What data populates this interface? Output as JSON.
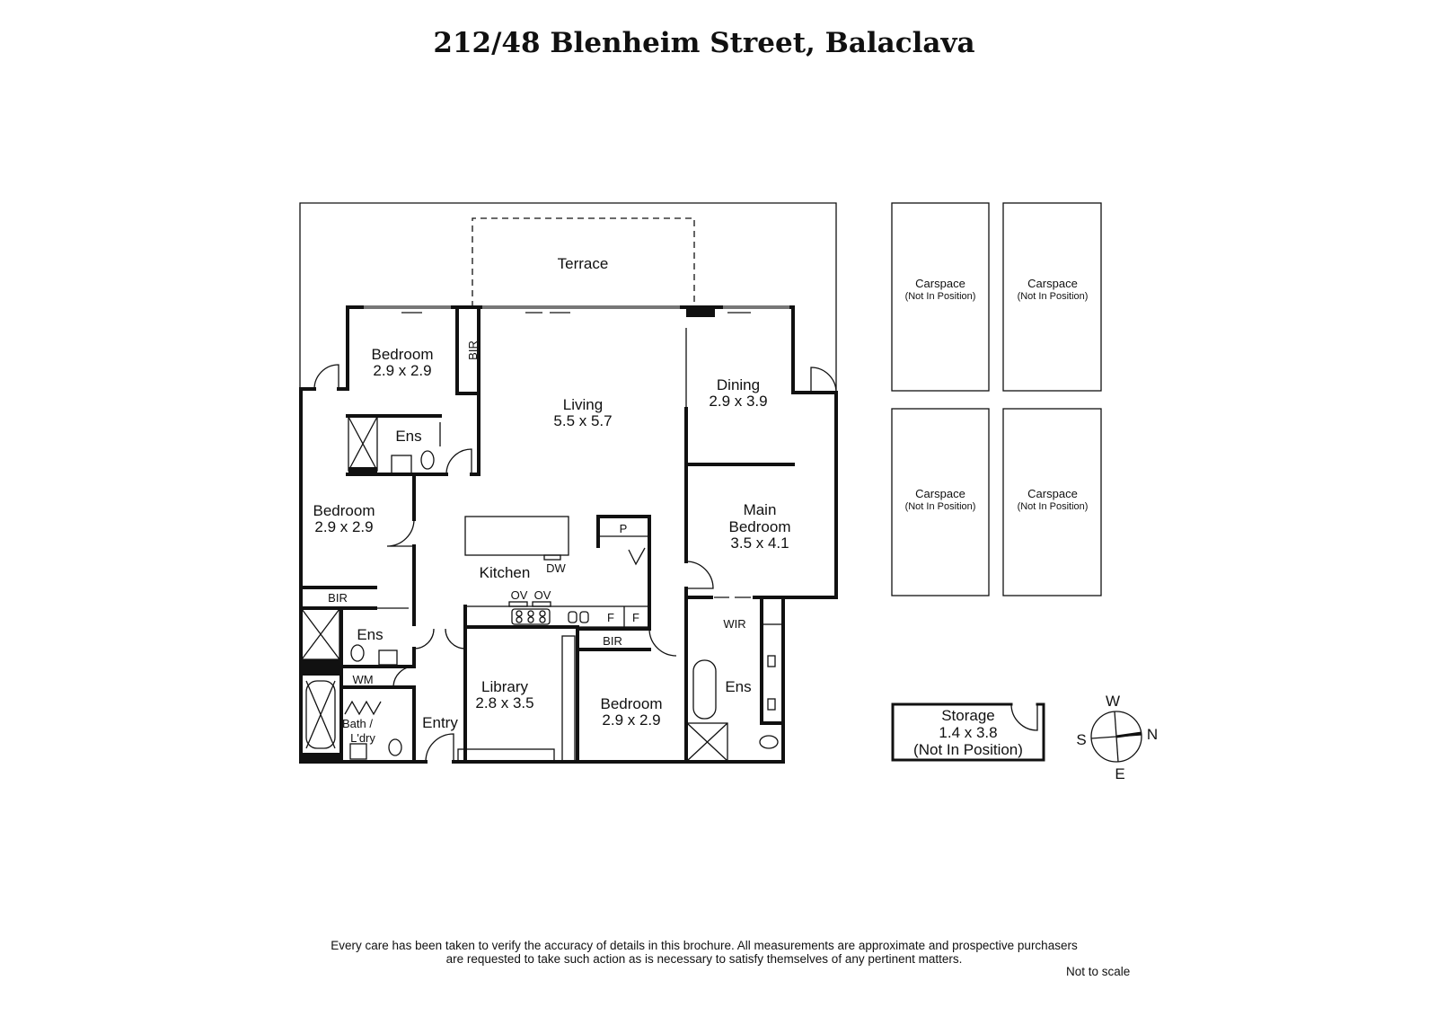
{
  "title": "212/48 Blenheim Street, Balaclava",
  "rooms": {
    "terrace": "Terrace",
    "bedroom1": {
      "name": "Bedroom",
      "size": "2.9 x 2.9"
    },
    "bir1": "BIR",
    "ens1": "Ens",
    "living": {
      "name": "Living",
      "size": "5.5 x 5.7"
    },
    "dining": {
      "name": "Dining",
      "size": "2.9 x 3.9"
    },
    "bedroom2": {
      "name": "Bedroom",
      "size": "2.9 x 2.9"
    },
    "kitchen": "Kitchen",
    "pantry": "P",
    "dw": "DW",
    "ov1": "OV",
    "ov2": "OV",
    "fridge1": "F",
    "fridge2": "F",
    "main_bedroom": {
      "name1": "Main",
      "name2": "Bedroom",
      "size": "3.5 x 4.1"
    },
    "bir2": "BIR",
    "ens2": "Ens",
    "wm": "WM",
    "bath_ldry1": "Bath /",
    "bath_ldry2": "L'dry",
    "entry": "Entry",
    "library": {
      "name": "Library",
      "size": "2.8 x 3.5"
    },
    "bir3": "BIR",
    "bedroom3": {
      "name": "Bedroom",
      "size": "2.9 x 2.9"
    },
    "wir": "WIR",
    "ens3": "Ens"
  },
  "carspaces": [
    {
      "name": "Carspace",
      "note": "(Not In Position)"
    },
    {
      "name": "Carspace",
      "note": "(Not In Position)"
    },
    {
      "name": "Carspace",
      "note": "(Not In Position)"
    },
    {
      "name": "Carspace",
      "note": "(Not In Position)"
    }
  ],
  "storage": {
    "name": "Storage",
    "size": "1.4 x 3.8",
    "note": "(Not In Position)"
  },
  "compass": {
    "w": "W",
    "n": "N",
    "s": "S",
    "e": "E"
  },
  "disclaimer": {
    "line1": "Every care has been taken to verify the accuracy of details in this brochure.  All measurements are approximate and prospective purchasers",
    "line2": "are requested to take such action as is necessary to satisfy themselves of any pertinent matters."
  },
  "not_to_scale": "Not to scale"
}
